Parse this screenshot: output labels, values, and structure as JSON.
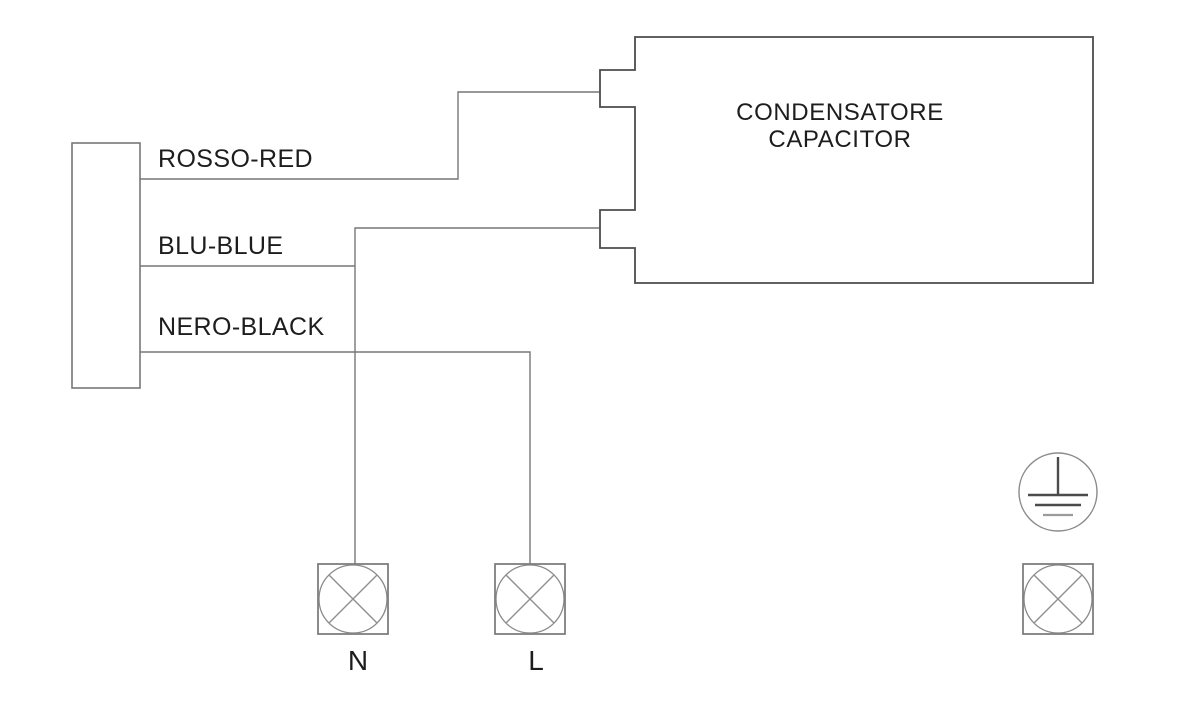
{
  "diagram": {
    "wire_labels": {
      "red": "ROSSO-RED",
      "blue": "BLU-BLUE",
      "black": "NERO-BLACK"
    },
    "capacitor": {
      "line1": "CONDENSATORE",
      "line2": "CAPACITOR"
    },
    "terminals": {
      "neutral": "N",
      "line": "L"
    },
    "colors": {
      "background": "#ffffff",
      "line": "#777777",
      "line_dark": "#4c4c4c",
      "text": "#1d1d1d"
    }
  }
}
